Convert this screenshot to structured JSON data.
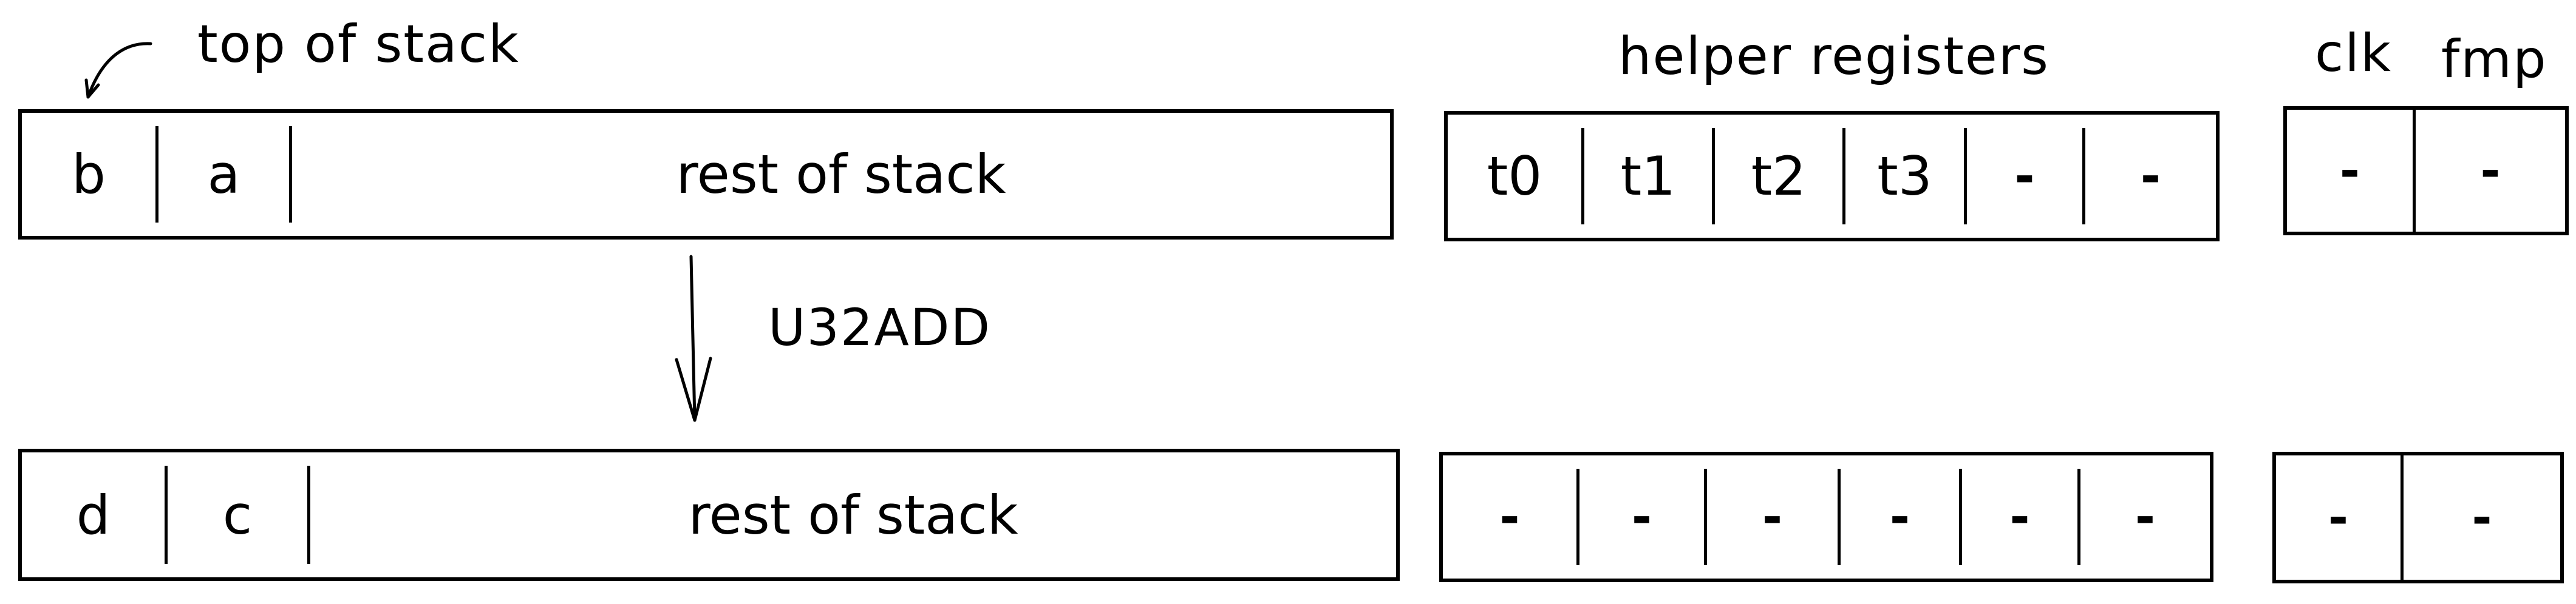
{
  "annotations": {
    "top_of_stack": "top of stack",
    "helper_registers": "helper registers",
    "clk": "clk",
    "fmp": "fmp",
    "operation": "U32ADD"
  },
  "before": {
    "stack": {
      "cells": [
        "b",
        "a"
      ],
      "rest": "rest of stack"
    },
    "helper_registers": [
      "t0",
      "t1",
      "t2",
      "t3",
      "-",
      "-"
    ],
    "clk": "-",
    "fmp": "-"
  },
  "after": {
    "stack": {
      "cells": [
        "d",
        "c"
      ],
      "rest": "rest of stack"
    },
    "helper_registers": [
      "-",
      "-",
      "-",
      "-",
      "-",
      "-"
    ],
    "clk": "-",
    "fmp": "-"
  },
  "icons": {
    "top_of_stack_pointer": "curved-arrow-down-left-icon",
    "transition": "arrow-down-icon"
  }
}
